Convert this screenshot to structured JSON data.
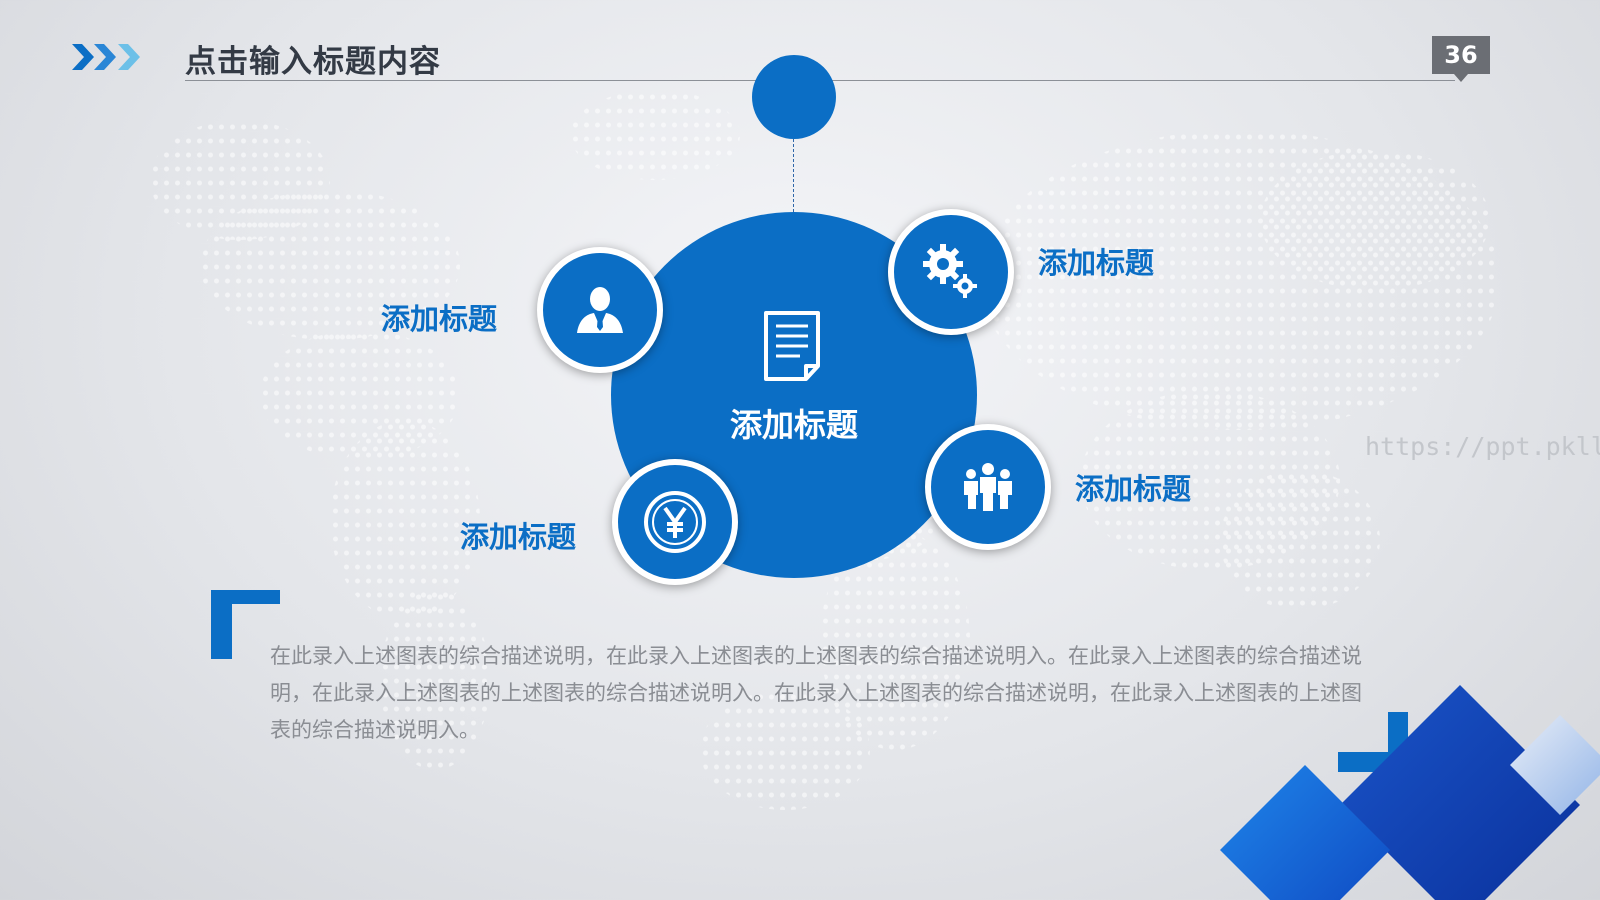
{
  "header": {
    "title": "点击输入标题内容",
    "page_number": "36"
  },
  "diagram": {
    "center_label": "添加标题",
    "center_icon": "document-icon",
    "nodes": [
      {
        "label": "添加标题",
        "icon": "user-icon"
      },
      {
        "label": "添加标题",
        "icon": "gears-icon"
      },
      {
        "label": "添加标题",
        "icon": "team-icon"
      },
      {
        "label": "添加标题",
        "icon": "yen-coin-icon"
      }
    ]
  },
  "description": "在此录入上述图表的综合描述说明，在此录入上述图表的上述图表的综合描述说明入。在此录入上述图表的综合描述说明，在此录入上述图表的上述图表的综合描述说明入。在此录入上述图表的综合描述说明，在此录入上述图表的上述图表的综合描述说明入。",
  "watermark": "https://ppt.pkll.de",
  "colors": {
    "accent": "#0b6ec5",
    "title_text": "#333a45",
    "body_text": "#8a8d93",
    "badge": "#6b6e74"
  }
}
